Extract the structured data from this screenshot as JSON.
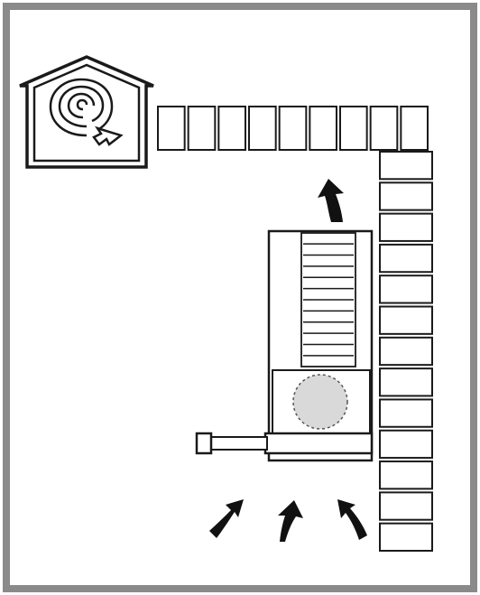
{
  "diagram": {
    "kind": "installation-clearance",
    "colors": {
      "frame": "#8a8a8a",
      "stroke": "#1a1a1a",
      "fill": "#ffffff",
      "fan": "#d9d9d9",
      "arrow": "#111111"
    },
    "elements": {
      "house_icon": "house-with-recirculation-icon",
      "top_wall_blocks": 9,
      "right_wall_blocks": 13,
      "unit_fins": 11,
      "fan_icon": "fan-circle",
      "exhaust_arrow": "up-curved-arrow-icon",
      "intake_arrows": 3
    }
  }
}
